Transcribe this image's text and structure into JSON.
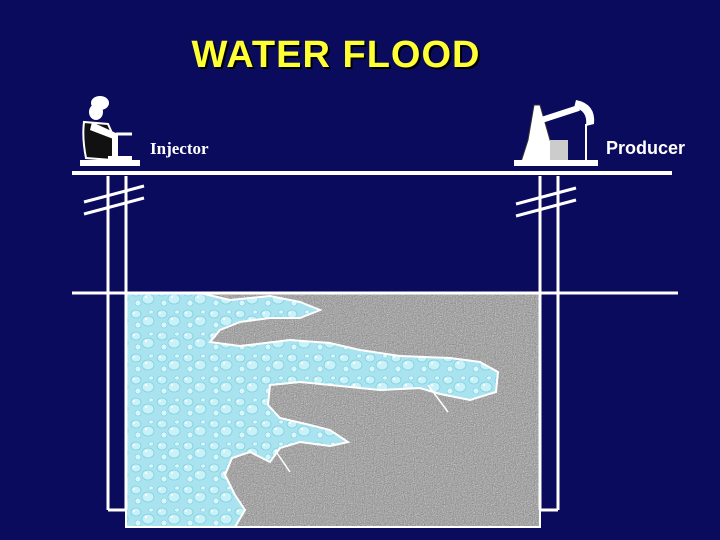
{
  "title": "WATER FLOOD",
  "labels": {
    "injector": "Injector",
    "producer": "Producer"
  },
  "icons": {
    "injector": "worker-turning-valve-icon",
    "producer": "pumpjack-icon"
  },
  "colors": {
    "background": "#0b0b5e",
    "title": "#ffff33",
    "water": "#a9e3ef",
    "rock": "#8f8f8f",
    "lines": "#ffffff"
  }
}
